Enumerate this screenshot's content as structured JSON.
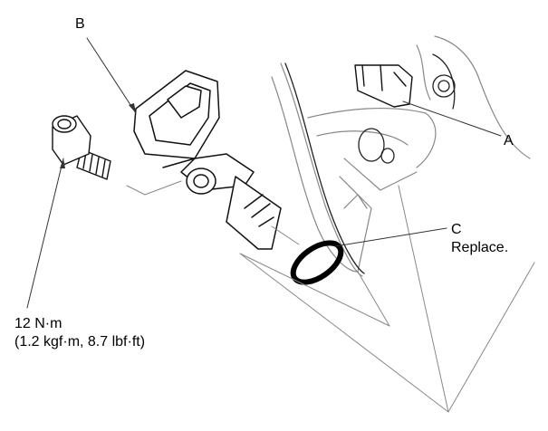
{
  "labels": {
    "a": "A",
    "b": "B",
    "c": "C",
    "c_note": "Replace.",
    "torque_line1": "12 N·m",
    "torque_line2": "(1.2 kgf·m, 8.7 lbf·ft)"
  }
}
